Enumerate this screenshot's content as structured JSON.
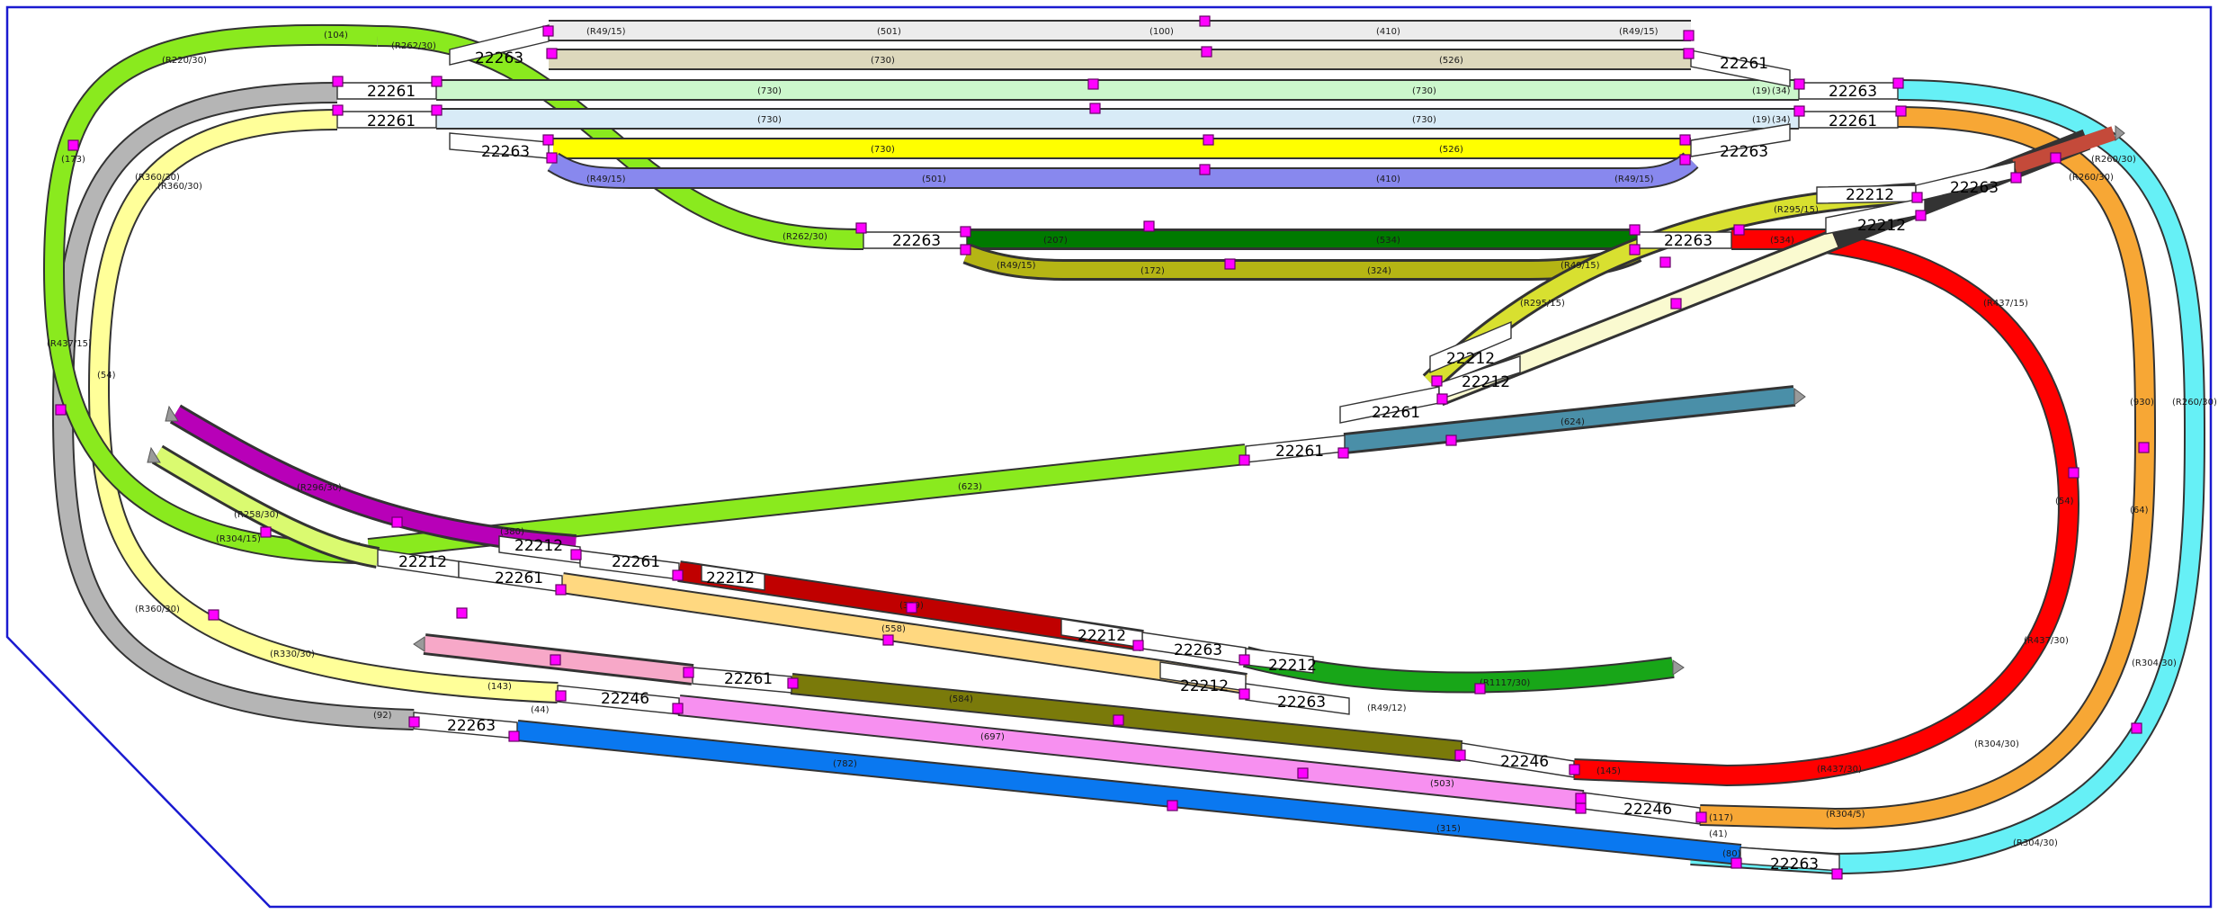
{
  "colors": {
    "border": "#1a1ad0",
    "marker": "#ff00ff",
    "background": "#ffffff"
  },
  "turnout_labels": {
    "t1": "22261",
    "t2": "22263",
    "t3": "22261",
    "t4": "22263",
    "t5": "22261",
    "t6": "22263",
    "t7": "22261",
    "t8": "22263",
    "t9": "22263",
    "t10": "22263",
    "t11": "22212",
    "t12": "22212",
    "t13": "22263",
    "t14": "22212",
    "t15": "22261",
    "t16": "22261",
    "t17": "22212",
    "t18": "22212",
    "t19": "22261",
    "t20": "22212",
    "t21": "22212",
    "t22": "22263",
    "t23": "22212",
    "t24": "22212",
    "t25": "22263",
    "t26": "22261",
    "t27": "22246",
    "t28": "22261",
    "t29": "22246",
    "t30": "22246",
    "t31": "22263",
    "t32": "22263"
  },
  "track_labels": {
    "l1": "(104)",
    "l2": "(R262/30)",
    "l3": "(R49/15)",
    "l4": "(501)",
    "l5": "(100)",
    "l6": "(410)",
    "l7": "(R49/15)",
    "l8": "(730)",
    "l9": "(526)",
    "l10": "(730)",
    "l11": "(730)",
    "l12": "(19)",
    "l13": "(34)",
    "l14": "(730)",
    "l15": "(730)",
    "l16": "(19)",
    "l17": "(34)",
    "l18": "(730)",
    "l19": "(526)",
    "l20": "(R49/15)",
    "l21": "(501)",
    "l22": "(410)",
    "l23": "(R49/15)",
    "l24": "(R262/30)",
    "l25": "(207)",
    "l26": "(534)",
    "l27": "(R49/15)",
    "l28": "(172)",
    "l29": "(324)",
    "l30": "(R49/15)",
    "l31": "(R295/15)",
    "l32": "(R295/15)",
    "l33": "(624)",
    "l34": "(623)",
    "l35": "(534)",
    "l36": "(R437/15)",
    "l37": "(54)",
    "l38": "(R437/30)",
    "l39": "(R296/30)",
    "l40": "(380)",
    "l41": "(R304/15)",
    "l42": "(R258/30)",
    "l43": "(359)",
    "l44": "(558)",
    "l45": "(R1117/30)",
    "l46": "(143)",
    "l47": "(92)",
    "l48": "(584)",
    "l49": "(R49/12)",
    "l50": "(697)",
    "l51": "(503)",
    "l52": "(145)",
    "l53": "(R437/30)",
    "l54": "(782)",
    "l55": "(315)",
    "l56": "(117)",
    "l57": "(R304/5)",
    "l58": "(R304/30)",
    "l59": "(R304/30)",
    "l60": "(R304/30)",
    "l61": "(930)",
    "l62": "(64)",
    "l63": "(R260/30)",
    "l64": "(R260/30)",
    "l65": "(R260/30)",
    "l66": "(R220/30)",
    "l67": "(54)",
    "l68": "(R360/30)",
    "l69": "(R360/30)",
    "l70": "(R360/30)",
    "l71": "(173)",
    "l72": "(R437/15)",
    "l73": "(44)",
    "l74": "(41)",
    "l75": "(80)",
    "l76": "(R330/30)"
  }
}
